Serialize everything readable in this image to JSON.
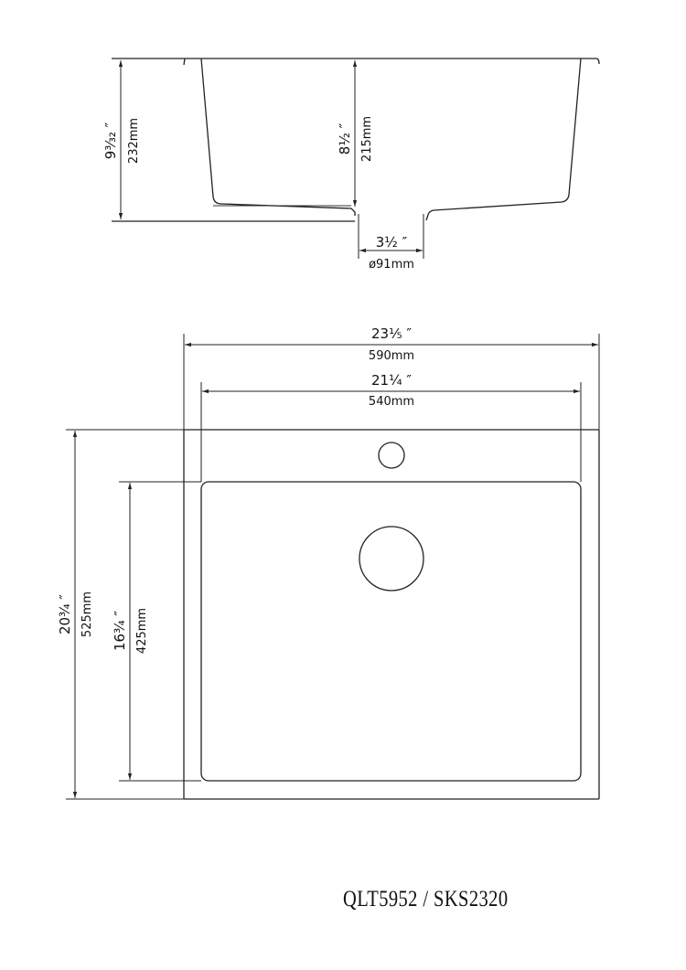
{
  "side_view": {
    "total_height": {
      "inch": "9³⁄₃₂ ″",
      "mm": "232mm"
    },
    "bowl_depth": {
      "inch": "8½ ″",
      "mm": "215mm"
    },
    "drain_width": {
      "inch": "3½ ″",
      "mm": "ø91mm"
    }
  },
  "top_view": {
    "outer_width": {
      "inch": "23⅕ ″",
      "mm": "590mm"
    },
    "inner_width": {
      "inch": "21¼ ″",
      "mm": "540mm"
    },
    "outer_depth": {
      "inch": "20¾ ″",
      "mm": "525mm"
    },
    "inner_depth": {
      "inch": "16¾ ″",
      "mm": "425mm"
    }
  },
  "model": {
    "label": "QLT5952 / SKS2320"
  },
  "colors": {
    "line": "#222222",
    "background": "#ffffff"
  }
}
